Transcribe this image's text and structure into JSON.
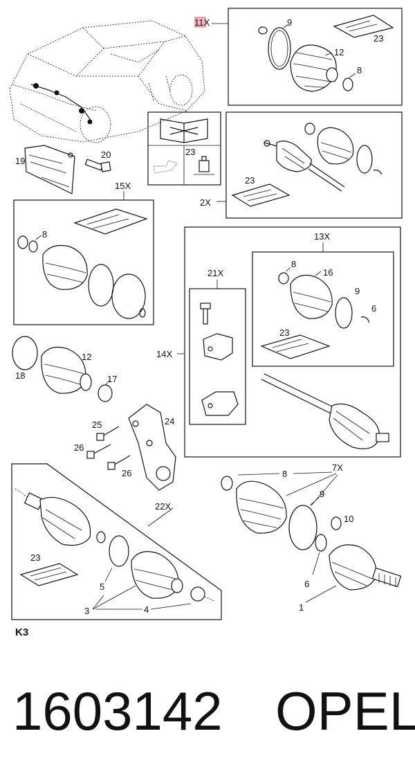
{
  "callouts": {
    "c11x": "11X",
    "c9a": "9",
    "c23a": "23",
    "c12a": "12",
    "c8a": "8",
    "c20": "20",
    "c19": "19",
    "c23b": "23",
    "c23c": "23",
    "c2x": "2X",
    "c15x": "15X",
    "c8b": "8",
    "c13x": "13X",
    "c21x": "21X",
    "c8c": "8",
    "c16": "16",
    "c9b": "9",
    "c6a": "6",
    "c23d": "23",
    "c14x": "14X",
    "c12b": "12",
    "c18": "18",
    "c17": "17",
    "c25": "25",
    "c24": "24",
    "c26a": "26",
    "c26b": "26",
    "c22x": "22X",
    "c8d": "8",
    "c7x": "7X",
    "c9c": "9",
    "c10": "10",
    "c23e": "23",
    "c5": "5",
    "c6b": "6",
    "c3": "3",
    "c4": "4",
    "c1": "1",
    "k3": "K3"
  },
  "footer": {
    "part_number": "1603142",
    "brand": "OPEL"
  }
}
